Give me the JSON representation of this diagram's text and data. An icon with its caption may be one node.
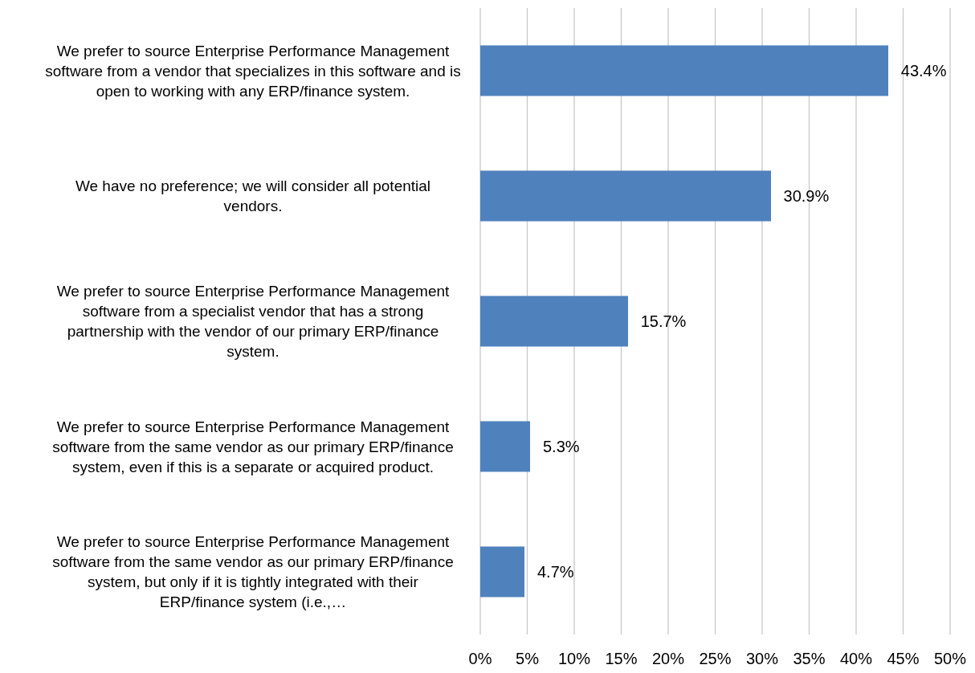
{
  "diagram": {
    "chart_data": {
      "type": "bar",
      "orientation": "horizontal",
      "categories": [
        "We prefer to source Enterprise Performance Management software from a vendor that specializes in this software and is open to working with any ERP/finance system.",
        "We have no preference; we will consider all potential vendors.",
        "We prefer to source Enterprise Performance Management software from a specialist vendor that has a strong partnership with the vendor of our primary ERP/finance system.",
        "We prefer to source Enterprise Performance Management software from the same vendor as our primary ERP/finance system, even if this is a separate or acquired product.",
        "We prefer to source Enterprise Performance Management software from the same vendor as our primary ERP/finance system, but only if it is tightly integrated with their ERP/finance system (i.e.,…"
      ],
      "series": [
        {
          "color": "#4f81bd",
          "values": [
            43.4,
            30.9,
            15.7,
            5.3,
            4.7
          ]
        }
      ],
      "xlim": [
        0,
        50
      ],
      "grid": true,
      "xticks": [
        {
          "value": 0,
          "label": "0%"
        },
        {
          "value": 5,
          "label": "5%"
        },
        {
          "value": 10,
          "label": "10%"
        },
        {
          "value": 15,
          "label": "15%"
        },
        {
          "value": 20,
          "label": "20%"
        },
        {
          "value": 25,
          "label": "25%"
        },
        {
          "value": 30,
          "label": "30%"
        },
        {
          "value": 35,
          "label": "35%"
        },
        {
          "value": 40,
          "label": "40%"
        },
        {
          "value": 45,
          "label": "45%"
        },
        {
          "value": 50,
          "label": "50%"
        }
      ],
      "value_labels": [
        "43.4%",
        "30.9%",
        "15.7%",
        "5.3%",
        "4.7%"
      ]
    }
  }
}
